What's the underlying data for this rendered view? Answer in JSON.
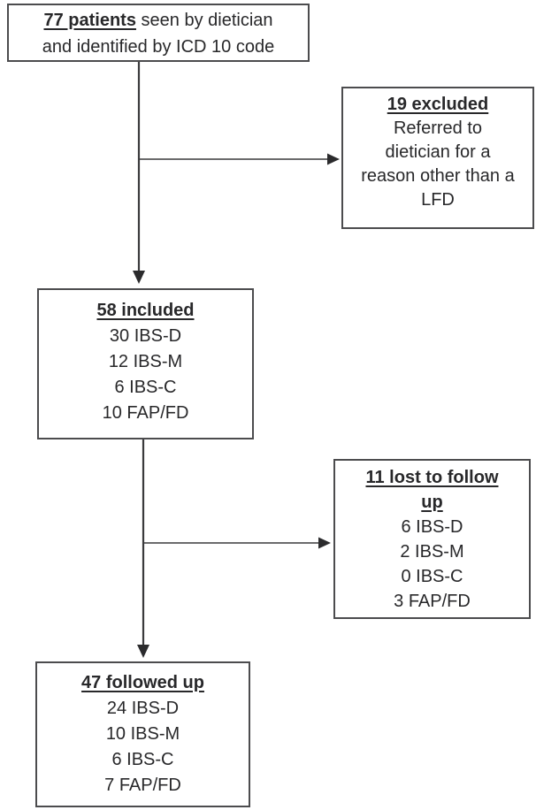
{
  "diagram": {
    "type": "patient-flow-chart",
    "colors": {
      "background": "#ffffff",
      "box_border": "#4c4c4e",
      "text": "#28282a",
      "arrow": "#3a3a3c"
    },
    "boxes": {
      "patients": {
        "emphasis": "77 patients",
        "after_emphasis": " seen by dietician",
        "line2": "and identified by ICD 10 code"
      },
      "excluded": {
        "heading": "19 excluded",
        "lines": [
          "Referred to",
          "dietician for a",
          "reason other than a",
          "LFD"
        ]
      },
      "included": {
        "heading": "58 included",
        "lines": [
          "30 IBS-D",
          "12 IBS-M",
          "6 IBS-C",
          "10 FAP/FD"
        ]
      },
      "lost": {
        "heading_line1": "11 lost to follow",
        "heading_line2": "up",
        "lines": [
          "6 IBS-D",
          "2 IBS-M",
          "0 IBS-C",
          "3 FAP/FD"
        ]
      },
      "followed": {
        "heading": "47 followed up",
        "lines": [
          "24 IBS-D",
          "10 IBS-M",
          "6 IBS-C",
          "7 FAP/FD"
        ]
      }
    }
  }
}
